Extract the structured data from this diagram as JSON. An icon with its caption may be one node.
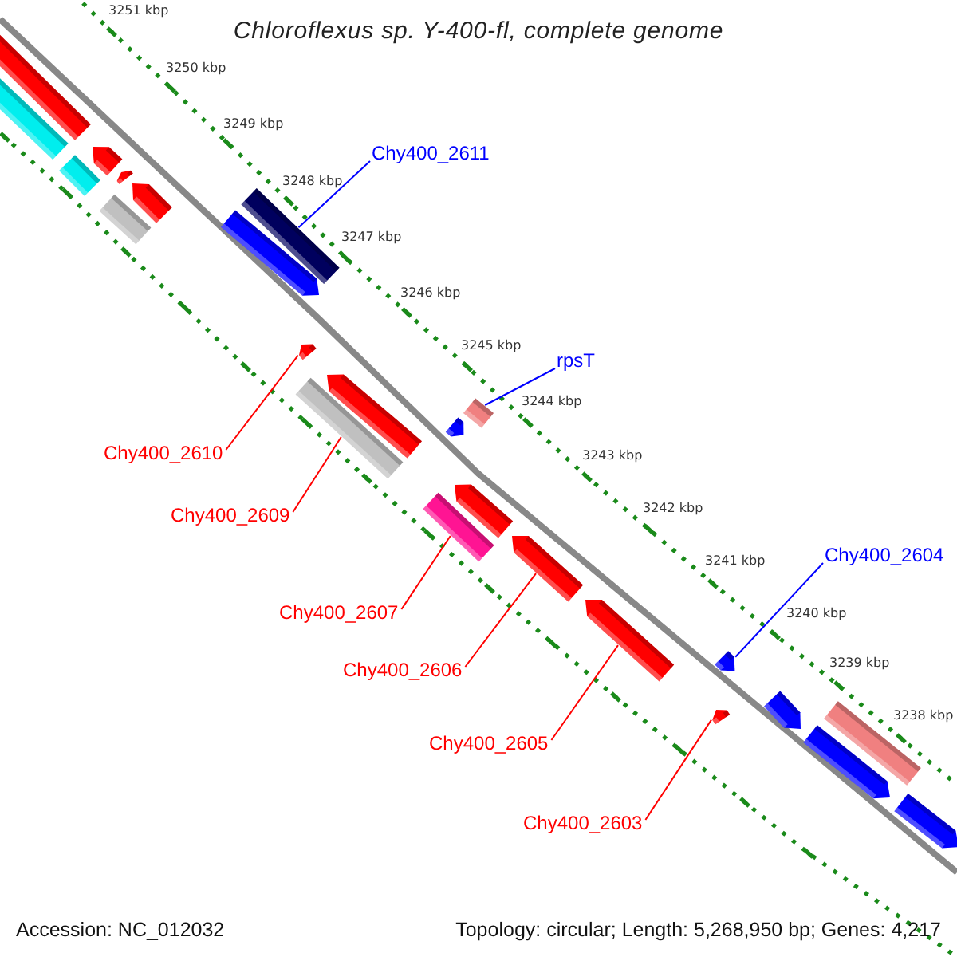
{
  "diagram": {
    "title": "Chloroflexus sp. Y-400-fl, complete genome",
    "nodes": [
      {
        "text": [],
        "shape": "bar"
      },
      {
        "text": [],
        "shape": "bar"
      },
      {
        "text": [],
        "shape": "bar"
      },
      {
        "text": [],
        "shape": "bar"
      },
      {
        "text": [],
        "shape": "bar"
      },
      {
        "text": [],
        "shape": "bar"
      },
      {
        "text": [],
        "shape": "bar"
      },
      {
        "text": [],
        "shape": "bar"
      },
      {
        "text": [],
        "shape": "bar"
      },
      {
        "text": [],
        "shape": "bar"
      },
      {
        "text": [],
        "shape": "bar"
      },
      {
        "text": [],
        "shape": "bar"
      },
      {
        "text": [],
        "shape": "bar"
      },
      {
        "text": [],
        "shape": "bar"
      },
      {
        "text": [],
        "shape": "bar"
      },
      {
        "text": [],
        "shape": "bar"
      },
      {
        "text": [],
        "shape": "bar"
      },
      {
        "text": [],
        "shape": "bar"
      },
      {
        "text": [],
        "shape": "bar"
      },
      {
        "text": [],
        "shape": "bar"
      },
      {
        "text": [],
        "shape": "bar"
      },
      {
        "text": [],
        "shape": "bar"
      },
      {
        "text": [],
        "shape": "bar"
      },
      {
        "text": [],
        "shape": "bar"
      },
      {
        "text": [
          "Chy400_2611"
        ]
      },
      {
        "text": [
          "rpsT"
        ]
      },
      {
        "text": [
          "Chy400_2610"
        ]
      },
      {
        "text": [
          "Chy400_2609"
        ]
      },
      {
        "text": [
          "Chy400_2604"
        ]
      },
      {
        "text": [
          "Chy400_2607"
        ]
      },
      {
        "text": [
          "Chy400_2606"
        ]
      },
      {
        "text": [
          "Chy400_2605"
        ]
      },
      {
        "text": [
          "Chy400_2603"
        ]
      }
    ],
    "edges": [
      {
        "from": 24,
        "to": 7,
        "arrow": "none",
        "color": "#0000ff"
      },
      {
        "from": 25,
        "to": 12,
        "arrow": "none",
        "color": "#0000ff"
      },
      {
        "from": 26,
        "to": 9,
        "arrow": "none"
      },
      {
        "from": 27,
        "to": 11,
        "arrow": "none"
      },
      {
        "from": 28,
        "to": 18,
        "arrow": "none",
        "color": "#0000ff"
      },
      {
        "from": 29,
        "to": 15,
        "arrow": "none"
      },
      {
        "from": 30,
        "to": 16,
        "arrow": "none"
      },
      {
        "from": 31,
        "to": 17,
        "arrow": "none"
      },
      {
        "from": 32,
        "to": 20,
        "arrow": "none"
      }
    ],
    "labels": [
      "3251 kbp",
      "3250 kbp",
      "3249 kbp",
      "3248 kbp",
      "3247 kbp",
      "3246 kbp",
      "3245 kbp",
      "3244 kbp",
      "3243 kbp",
      "3242 kbp",
      "3241 kbp",
      "3240 kbp",
      "3239 kbp",
      "3238 kbp",
      "Accession: NC_012032",
      "Topology: circular; Length: 5,268,950 bp; Genes: 4,217"
    ]
  }
}
